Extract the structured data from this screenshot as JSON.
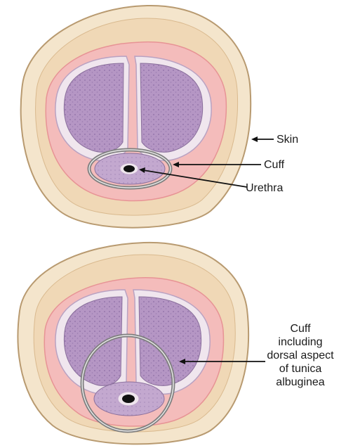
{
  "labels": {
    "skin": "Skin",
    "cuff": "Cuff",
    "urethra": "Urethra",
    "cuff_dorsal": [
      "Cuff",
      "including",
      "dorsal aspect",
      "of tunica",
      "albuginea"
    ]
  },
  "colors": {
    "skin_outer": "#f3e2c7",
    "skin_stroke": "#b89a70",
    "fascia": "#f6c3bf",
    "fascia_dark": "#ef9b9d",
    "corpora": "#b596c4",
    "corpora_stroke": "#8a6f9c",
    "tunica": "#f2e9f0",
    "cuff": "#8c8c8c",
    "urethra_lumen": "#111111"
  }
}
